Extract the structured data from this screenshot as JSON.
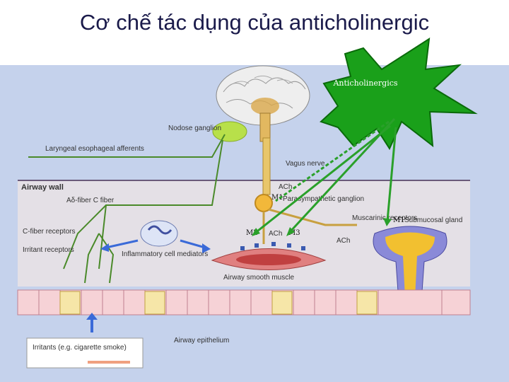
{
  "title": "Cơ chế tác dụng của anticholinergic",
  "diagram": {
    "star_label": "Anticholinergics",
    "labels": {
      "nodose": "Nodose ganglion",
      "laryngeal": "Laryngeal esophageal afferents",
      "vagus": "Vagus nerve",
      "airway_wall": "Airway wall",
      "adelta": "Aδ-fiber C fiber",
      "ach_top": "ACh",
      "m1_ganglion": "M1",
      "parasym": "Parasympathetic ganglion",
      "muscarinic": "Muscarinic receptors",
      "m1_gland": "M1",
      "submucosal": "Submucosal gland",
      "cfiber": "C-fiber receptors",
      "irritant_rec": "Irritant receptors",
      "m2": "M2",
      "ach_mid": "ACh",
      "m3": "M3",
      "ach_right": "ACh",
      "inflammatory": "Inflammatory cell mediators",
      "smooth_muscle": "Airway smooth muscle",
      "epithelium": "Airway epithelium",
      "irritants": "Irritants (e.g. cigarette smoke)"
    }
  }
}
